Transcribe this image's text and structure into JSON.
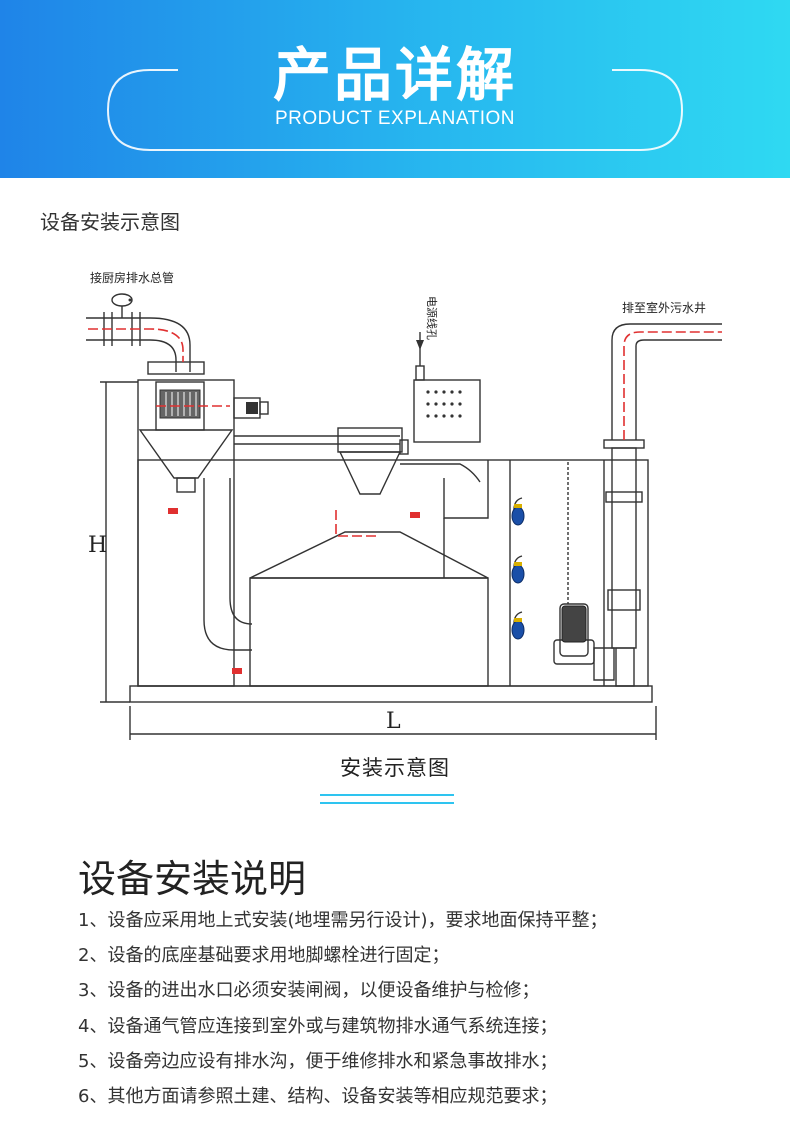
{
  "banner": {
    "title": "产品详解",
    "subtitle": "PRODUCT EXPLANATION"
  },
  "section_label": "设备安装示意图",
  "diagram": {
    "inlet_label": "接厨房排水总管",
    "power_label": "电源线孔",
    "outlet_label": "排至室外污水井",
    "height_label": "H",
    "length_label": "L",
    "caption": "安装示意图"
  },
  "notes": {
    "title": "设备安装说明",
    "items": [
      "1、设备应采用地上式安装(地埋需另行设计)，要求地面保持平整；",
      "2、设备的底座基础要求用地脚螺栓进行固定；",
      "3、设备的进出水口必须安装闸阀，以便设备维护与检修；",
      "4、设备通气管应连接到室外或与建筑物排水通气系统连接；",
      "5、设备旁边应设有排水沟，便于维修排水和紧急事故排水；",
      "6、其他方面请参照土建、结构、设备安装等相应规范要求；"
    ]
  },
  "colors": {
    "banner_start": "#1f84e8",
    "banner_end": "#2fd9f2",
    "pipe_centerline": "#e03030",
    "float_switch": "#1a4fa8",
    "caption_underline": "#2ec4f0"
  }
}
